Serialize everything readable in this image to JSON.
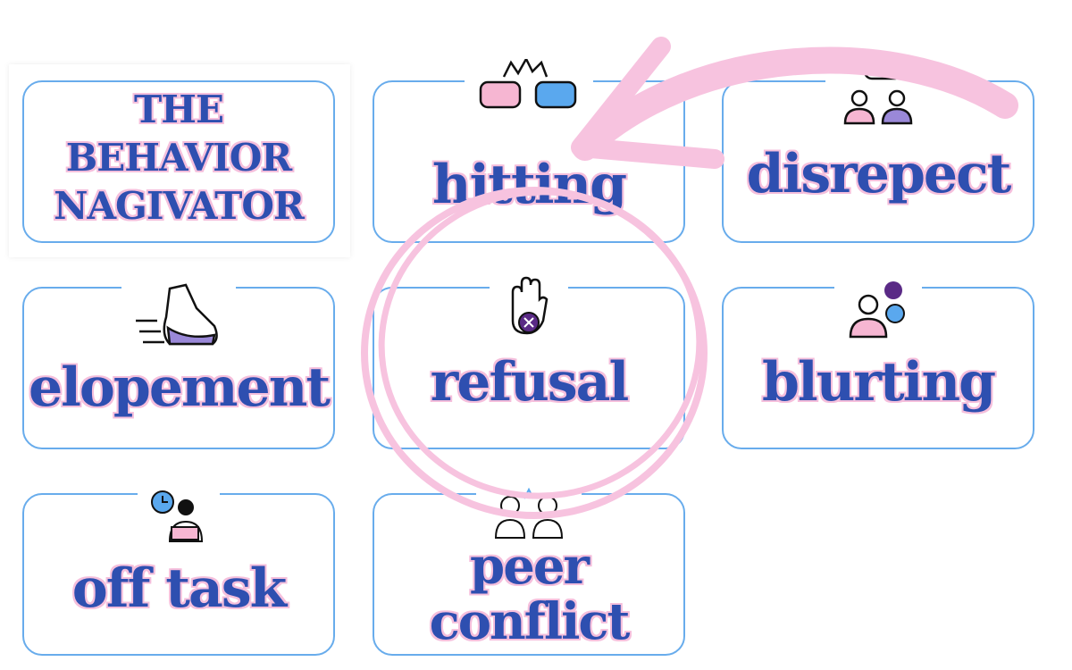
{
  "title": {
    "line1": "THE",
    "line2": "BEHAVIOR",
    "line3": "NAGIVATOR"
  },
  "cards": [
    {
      "label": "hitting",
      "icon": "fist-bump-icon"
    },
    {
      "label": "disrepect",
      "icon": "people-talking-icon"
    },
    {
      "label": "elopement",
      "icon": "running-shoe-icon"
    },
    {
      "label": "refusal",
      "icon": "stop-hand-icon"
    },
    {
      "label": "blurting",
      "icon": "speaking-person-icon"
    },
    {
      "label": "off task",
      "icon": "clock-laptop-person-icon"
    },
    {
      "label": "peer conflict",
      "line1": "peer",
      "line2": "conflict",
      "icon": "arguing-people-icon"
    }
  ],
  "colors": {
    "text": "#2e4fb0",
    "outline": "#f5bfdc",
    "border": "#68acec",
    "annotation": "#f7c3df"
  }
}
